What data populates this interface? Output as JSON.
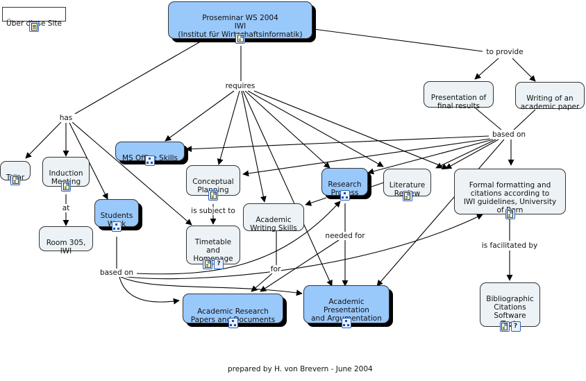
{
  "title": "Proseminar WS 2004 Concept Map",
  "nodes": {
    "about": {
      "text": "Über diese Site",
      "icons": [
        "document-icon"
      ]
    },
    "proseminar": {
      "text": "Proseminar WS 2004\nIWI\n(Institut für Wirtschaftsinformatik)",
      "icons": [
        "image-document-icon"
      ]
    },
    "presentation_results": {
      "text": "Presentation of\nfinal results",
      "icons": []
    },
    "writing_paper": {
      "text": "Writing of an\nacademic paper",
      "icons": []
    },
    "ms_office": {
      "text": "MS Office Skills",
      "icons": [
        "concept-map-icon"
      ]
    },
    "tutor": {
      "text": "Tutor",
      "icons": [
        "image-document-icon"
      ]
    },
    "induction": {
      "text": "Induction\nMeeting",
      "icons": [
        "image-document-icon"
      ]
    },
    "room": {
      "text": "Room 305,\nIWI",
      "icons": []
    },
    "students_work": {
      "text": "Students\nWork",
      "icons": [
        "concept-map-icon"
      ]
    },
    "conceptual_planning": {
      "text": "Conceptual\nPlanning",
      "icons": [
        "image-document-icon"
      ]
    },
    "timetable": {
      "text": "Timetable\nand\nHomepage",
      "icons": [
        "image-document-icon",
        "help-icon"
      ]
    },
    "writing_skills": {
      "text": "Academic\nWriting Skills",
      "icons": []
    },
    "research_process": {
      "text": "Research\nProcess",
      "icons": [
        "concept-map-icon"
      ]
    },
    "literature_review": {
      "text": "Literature\nReview",
      "icons": [
        "image-document-icon"
      ]
    },
    "formal_formatting": {
      "text": "Formal formatting and\ncitations according to\nIWI guidelines, University\nof Bern",
      "icons": [
        "image-document-icon"
      ]
    },
    "bibliographic": {
      "text": "Bibliographic\nCitations\nSoftware\nTools",
      "icons": [
        "image-document-icon",
        "help-icon"
      ]
    },
    "research_papers": {
      "text": "Academic Research\nPapers and Documents",
      "icons": [
        "concept-map-icon"
      ]
    },
    "presentation_argumentation": {
      "text": "Academic\nPresentation\nand Argumentation",
      "icons": [
        "concept-map-icon"
      ]
    }
  },
  "linking_phrases": {
    "to_provide": "to provide",
    "requires": "requires",
    "has": "has",
    "based_on_top": "based on",
    "at": "at",
    "is_subject_to": "is subject to",
    "needed_for": "needed for",
    "is_facilitated_by": "is facilitated by",
    "for": "for",
    "based_on_bottom": "based on"
  },
  "footer": "prepared by H. von Brevern - June 2004"
}
